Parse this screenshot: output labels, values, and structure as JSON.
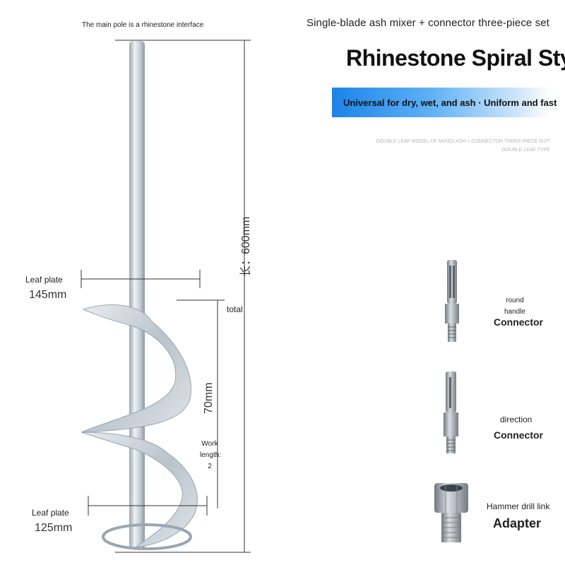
{
  "header": {
    "main_pole_note": "The main pole is a rhinestone interface",
    "subtitle": "Single-blade ash mixer + connector three-piece set",
    "title": "Rhinestone Spiral Style",
    "banner_text": "Universal for dry, wet, and ash · Uniform and fast",
    "en_caption_line1": "DOUBLE LEAF MODEL OF MIXED ASH + CONNECTOR THREE-PIECE SUIT",
    "en_caption_line2": "DOUBLE LEAF TYPE"
  },
  "dimensions": {
    "leaf_plate_top_label": "Leaf plate",
    "leaf_plate_top_value": "145mm",
    "leaf_plate_bottom_label": "Leaf plate",
    "leaf_plate_bottom_value": "125mm",
    "total_length_value": "长：600mm",
    "total_label": "total",
    "work_length_value": "70mm",
    "work_length_label_1": "Work",
    "work_length_label_2": "length:",
    "work_length_label_3": "2"
  },
  "connectors": [
    {
      "small_1": "round",
      "small_2": "handle",
      "name": "Connector",
      "icon": "round-handle-sds-shank-icon"
    },
    {
      "small_1": "direction",
      "name": "Connector",
      "icon": "square-handle-shank-icon"
    },
    {
      "small_1": "Hammer drill link",
      "name": "Adapter",
      "icon": "hex-adapter-nut-icon"
    }
  ],
  "colors": {
    "banner_blue": "#1b84e8",
    "steel": "#c9d2da"
  }
}
